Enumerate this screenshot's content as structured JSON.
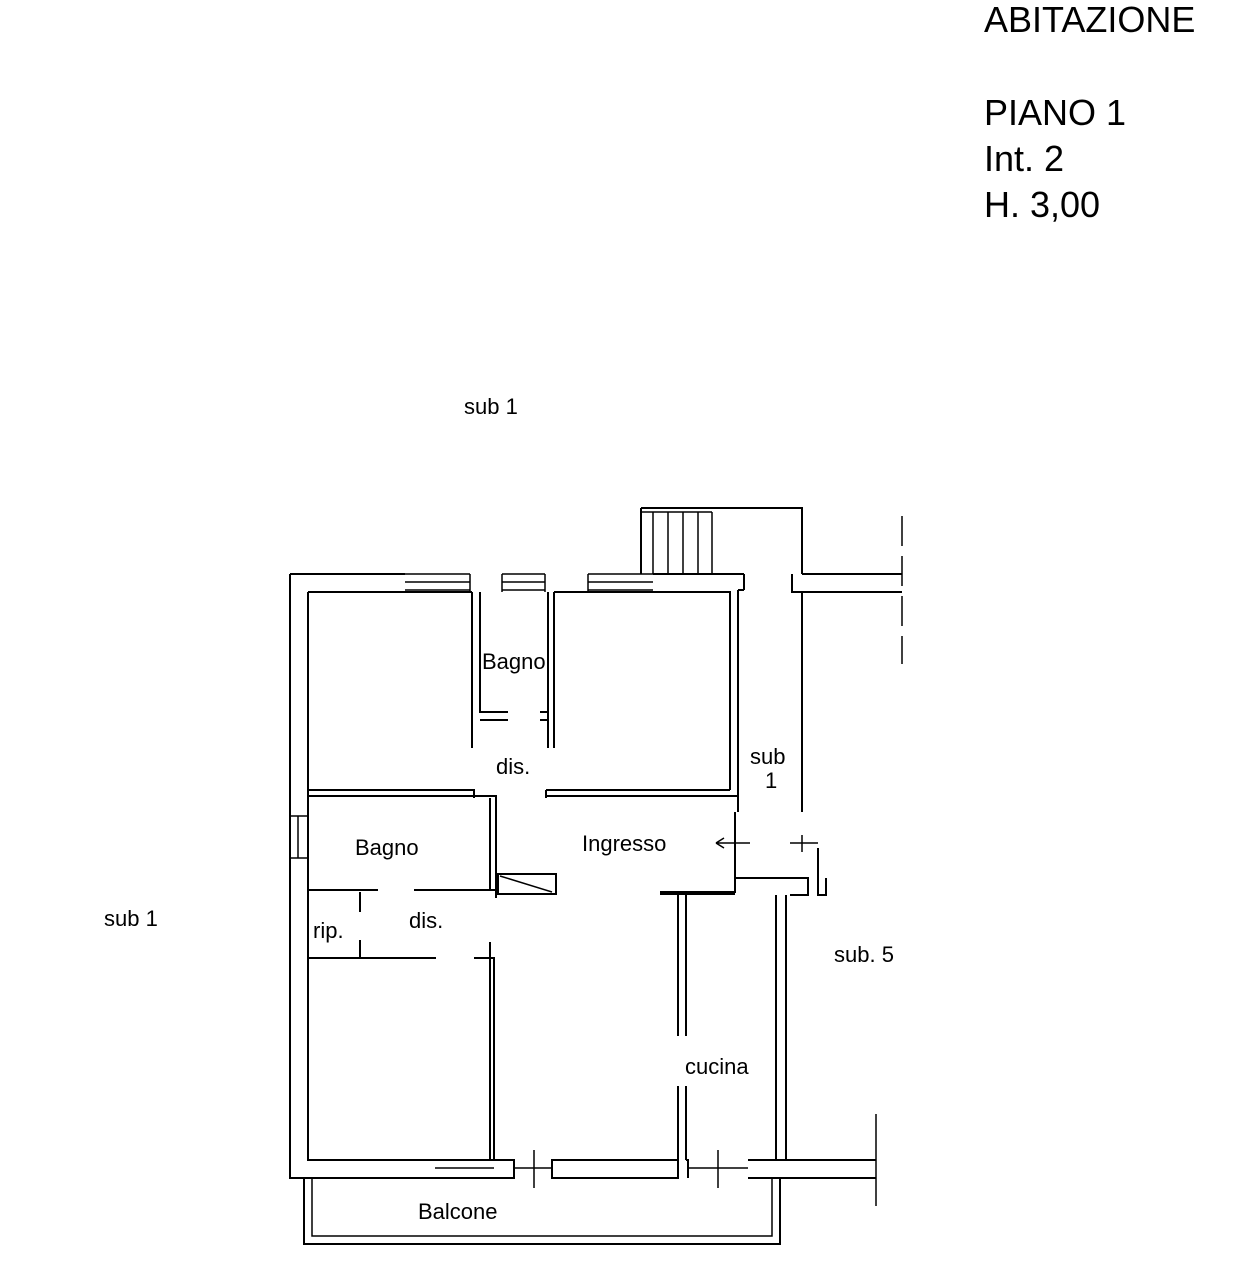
{
  "title_block": {
    "heading": "ABITAZIONE",
    "floor": "PIANO 1",
    "unit": "Int. 2",
    "height": "H. 3,00"
  },
  "labels": {
    "sub1_top": "sub 1",
    "sub1_left": "sub 1",
    "sub1_corridor_line1": "sub",
    "sub1_corridor_line2": "1",
    "sub5": "sub. 5",
    "bagno_top": "Bagno",
    "dis_top": "dis.",
    "ingresso": "Ingresso",
    "bagno_mid": "Bagno",
    "rip": "rip.",
    "dis_mid": "dis.",
    "cucina": "cucina",
    "balcone": "Balcone"
  }
}
